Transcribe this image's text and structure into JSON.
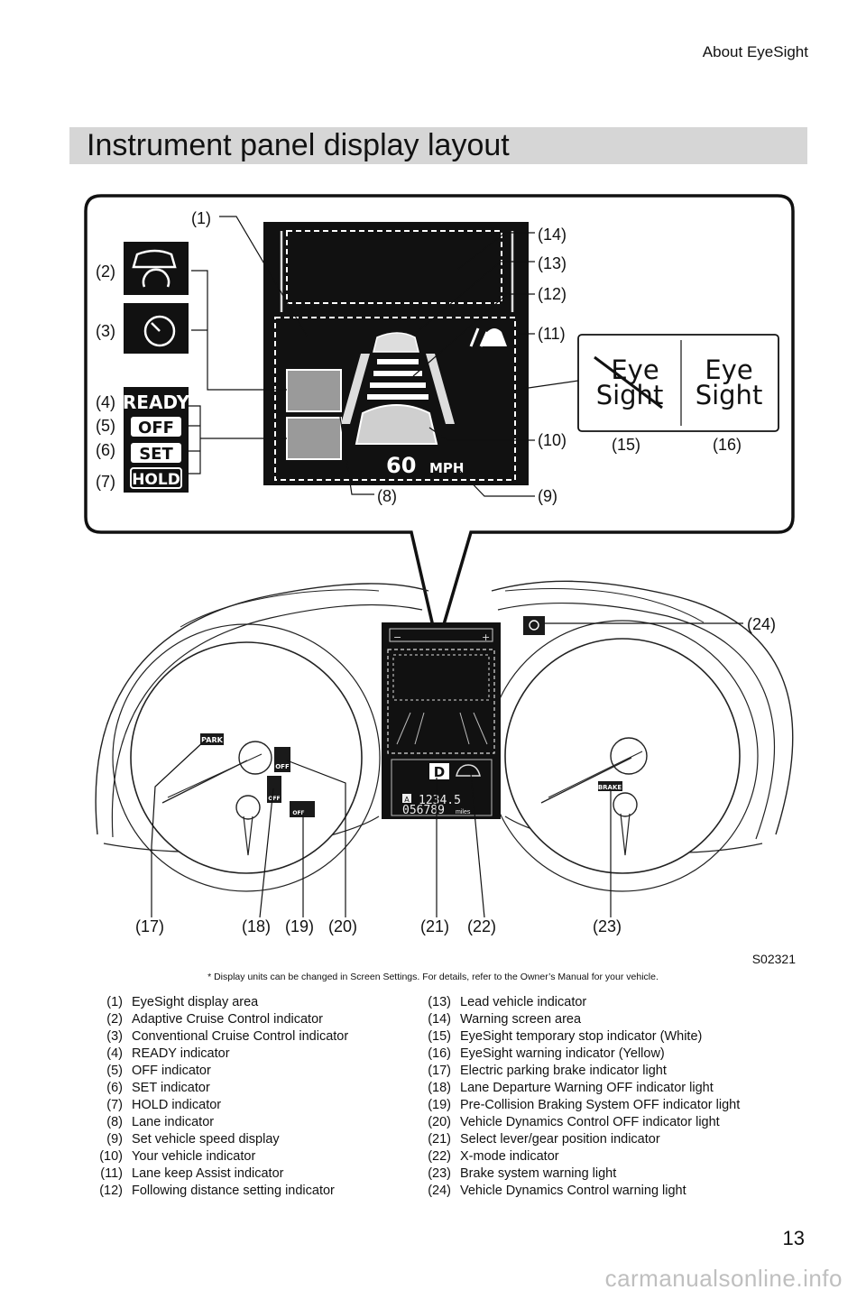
{
  "header": {
    "running_title": "About EyeSight"
  },
  "section": {
    "title": "Instrument panel display layout"
  },
  "figure": {
    "callouts": [
      "(1)",
      "(2)",
      "(3)",
      "(4)",
      "(5)",
      "(6)",
      "(7)",
      "(8)",
      "(9)",
      "(10)",
      "(11)",
      "(12)",
      "(13)",
      "(14)",
      "(15)",
      "(16)",
      "(17)",
      "(18)",
      "(19)",
      "(20)",
      "(21)",
      "(22)",
      "(23)",
      "(24)"
    ],
    "indicators": {
      "ready": "READY",
      "off": "OFF",
      "set": "SET",
      "hold": "HOLD"
    },
    "speed": {
      "value": "60",
      "unit": "MPH"
    },
    "eyesight_logo": {
      "line1": "Eye",
      "line2": "Sight"
    },
    "cluster": {
      "park": "PARK",
      "brake": "BRAKE",
      "off_small": "OFF",
      "gear": "D",
      "trip_badge": "A",
      "trip": "1234.5",
      "odometer": "056789",
      "odo_unit": "miles",
      "bar_minus": "−",
      "bar_plus": "+"
    },
    "code": "S02321"
  },
  "footnote": "* Display units can be changed in Screen Settings. For details, refer to the Owner’s Manual for your vehicle.",
  "legend": {
    "left": [
      {
        "num": "(1)",
        "text": "EyeSight display area"
      },
      {
        "num": "(2)",
        "text": "Adaptive Cruise Control indicator"
      },
      {
        "num": "(3)",
        "text": "Conventional Cruise Control indicator"
      },
      {
        "num": "(4)",
        "text": "READY indicator"
      },
      {
        "num": "(5)",
        "text": "OFF indicator"
      },
      {
        "num": "(6)",
        "text": "SET indicator"
      },
      {
        "num": "(7)",
        "text": "HOLD indicator"
      },
      {
        "num": "(8)",
        "text": "Lane indicator"
      },
      {
        "num": "(9)",
        "text": "Set vehicle speed display"
      },
      {
        "num": "(10)",
        "text": "Your vehicle indicator"
      },
      {
        "num": "(11)",
        "text": "Lane keep Assist indicator"
      },
      {
        "num": "(12)",
        "text": "Following distance setting indicator"
      }
    ],
    "right": [
      {
        "num": "(13)",
        "text": "Lead vehicle indicator"
      },
      {
        "num": "(14)",
        "text": "Warning screen area"
      },
      {
        "num": "(15)",
        "text": "EyeSight temporary stop indicator (White)"
      },
      {
        "num": "(16)",
        "text": "EyeSight warning indicator (Yellow)"
      },
      {
        "num": "(17)",
        "text": "Electric parking brake indicator light"
      },
      {
        "num": "(18)",
        "text": "Lane Departure Warning OFF indicator light"
      },
      {
        "num": "(19)",
        "text": "Pre-Collision Braking System OFF indicator light"
      },
      {
        "num": "(20)",
        "text": "Vehicle Dynamics Control OFF indicator light"
      },
      {
        "num": "(21)",
        "text": "Select lever/gear position indicator"
      },
      {
        "num": "(22)",
        "text": "X-mode indicator"
      },
      {
        "num": "(23)",
        "text": "Brake system warning light"
      },
      {
        "num": "(24)",
        "text": "Vehicle Dynamics Control warning light"
      }
    ]
  },
  "page_number": "13",
  "watermark": "carmanualsonline.info"
}
